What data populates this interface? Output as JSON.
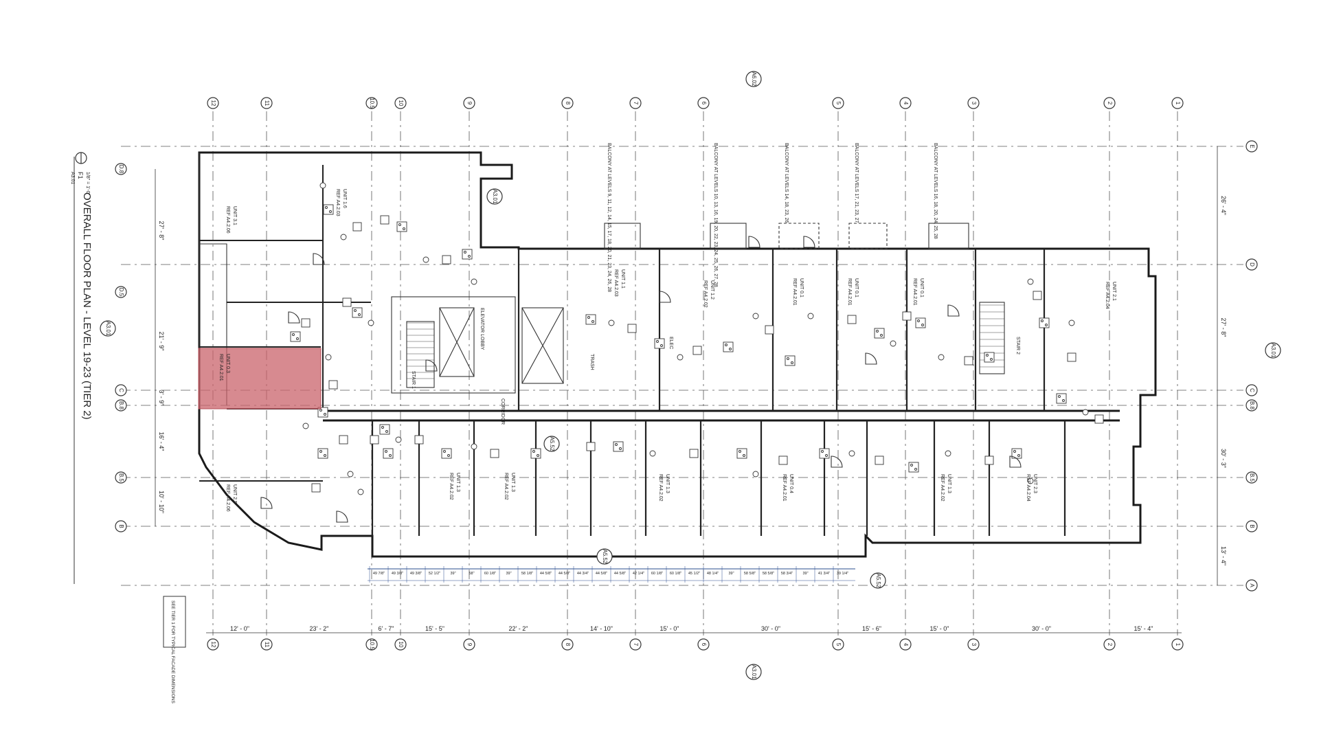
{
  "title": {
    "view_number": "F1",
    "sheet_ref": "A3.01",
    "scale": "1/8\" = 1'-0\"",
    "text": "OVERALL FLOOR PLAN - LEVEL 19-23 (TIER 2)"
  },
  "grid": {
    "columns": [
      "12",
      "11",
      "10.5",
      "10",
      "9",
      "8",
      "7",
      "6",
      "5",
      "4",
      "3",
      "2",
      "1"
    ],
    "rows": [
      "E",
      "D",
      "C",
      "B.8",
      "B.5",
      "B",
      "A"
    ],
    "left_rows": [
      "D.8",
      "D.5",
      "C",
      "B.8",
      "B.5",
      "B"
    ]
  },
  "dimensions_bottom": [
    "12' - 0\"",
    "23' - 2\"",
    "6' - 7\"",
    "15' - 5\"",
    "22' - 2\"",
    "14' - 10\"",
    "15' - 0\"",
    "30' - 0\"",
    "15' - 6\"",
    "15' - 0\"",
    "30' - 0\"",
    "15' - 4\""
  ],
  "dimensions_left": [
    "27' - 8\"",
    "21' - 9\"",
    "3' - 9\"",
    "16' - 4\"",
    "10' - 10\""
  ],
  "dimensions_right": [
    "26' - 4\"",
    "27' - 8\"",
    "30' - 3\"",
    "13' - 4\""
  ],
  "balcony_notes": [
    "BALCONY AT LEVELS 9, 11, 12, 14, 15, 17, 18, 20, 21, 23, 24, 26, 28",
    "BALCONY AT LEVELS 10, 13, 16, 19, 20, 22, 23, 24, 25, 26, 27, 28",
    "BALCONY AT LEVELS 14, 18, 23, 26",
    "BALCONY AT LEVELS 17, 21, 23, 27",
    "BALCONY AT LEVELS 16, 18, 20, 24, 25, 28"
  ],
  "units": [
    {
      "name": "UNIT 3.1",
      "ref": "REF A4.2.06"
    },
    {
      "name": "UNIT 1.6",
      "ref": "REF A4.2.03"
    },
    {
      "name": "UNIT 0.3",
      "ref": "REF A4.2.01"
    },
    {
      "name": "UNIT 2.5",
      "ref": "REF A4.2.06"
    },
    {
      "name": "UNIT 1.1",
      "ref": "REF A4.2.03"
    },
    {
      "name": "UNIT 1.2",
      "ref": "REF A4.2.02"
    },
    {
      "name": "UNIT 0.1",
      "ref": "REF A4.2.01"
    },
    {
      "name": "UNIT 0.1",
      "ref": "REF A4.2.01"
    },
    {
      "name": "UNIT 0.1",
      "ref": "REF A4.2.01"
    },
    {
      "name": "UNIT 2.1",
      "ref": "REF A4.2.04"
    },
    {
      "name": "UNIT 1.3",
      "ref": "REF A4.2.02"
    },
    {
      "name": "UNIT 1.3",
      "ref": "REF A4.2.02"
    },
    {
      "name": "UNIT 1.3",
      "ref": "REF A4.2.02"
    },
    {
      "name": "UNIT 0.4",
      "ref": "REF A4.2.01"
    },
    {
      "name": "UNIT 1.3",
      "ref": "REF A4.2.02"
    },
    {
      "name": "UNIT 2.3",
      "ref": "REF A4.2.04"
    }
  ],
  "labels": {
    "elevator_lobby": "ELEVATOR LOBBY",
    "stair_1": "STAIR 1",
    "stair_2": "STAIR 2",
    "trash": "TRASH",
    "elec": "ELEC",
    "corridor": "CORRIDOR",
    "see_tier": "SEE TIER 1 FOR TYPICAL FACADE DIMENSIONS"
  },
  "section_markers": [
    "A3.01",
    "A3.01",
    "A3.01",
    "A5.52",
    "A5.52",
    "A5.52"
  ],
  "elevation_markers": [
    "A6.02",
    "A3.01"
  ],
  "facade_dims": [
    "49 7/8\"",
    "49 3/8\"",
    "49 3/8\"",
    "52 1/2\"",
    "39\"",
    "58\"",
    "60 1/8\"",
    "39\"",
    "58 1/8\"",
    "44 5/8\"",
    "44 5/8\"",
    "44 3/4\"",
    "44 5/8\"",
    "44 5/8\"",
    "42 1/4\"",
    "60 1/8\"",
    "60 1/8\"",
    "45 1/2\"",
    "48 1/4\"",
    "39\"",
    "58 5/8\"",
    "58 5/8\"",
    "58 3/4\"",
    "39\"",
    "41 3/4\"",
    "39 1/4\""
  ],
  "highlight_color": "#c9636b"
}
